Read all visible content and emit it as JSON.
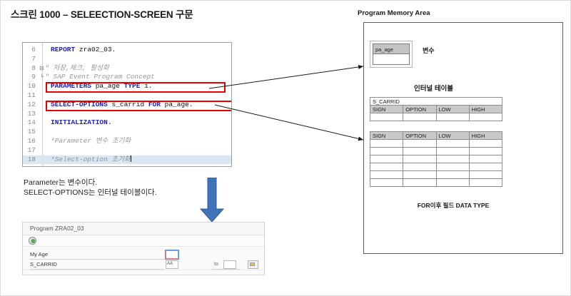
{
  "slide": {
    "title": "스크린 1000 – SELEECTION-SCREEN 구문"
  },
  "code_editor": {
    "name": "abap-code-editor",
    "lines": [
      {
        "no": "6",
        "fold": "",
        "text": "REPORT zra02_03.",
        "style": "keyword-stmt"
      },
      {
        "no": "7",
        "fold": "",
        "text": "",
        "style": "plain"
      },
      {
        "no": "8",
        "fold": "⊟",
        "text": "\" 저장,체크, 활성화",
        "style": "comment"
      },
      {
        "no": "9",
        "fold": "└",
        "text": "\" SAP Event Program Concept",
        "style": "comment"
      },
      {
        "no": "10",
        "fold": "",
        "text": "PARAMETERS pa_age TYPE i.",
        "style": "keyword-stmt"
      },
      {
        "no": "11",
        "fold": "",
        "text": "",
        "style": "plain"
      },
      {
        "no": "12",
        "fold": "",
        "text": "SELECT-OPTIONS s_carrid FOR pa_age.",
        "style": "keyword-stmt"
      },
      {
        "no": "13",
        "fold": "",
        "text": "",
        "style": "plain"
      },
      {
        "no": "14",
        "fold": "",
        "text": "INITIALIZATION.",
        "style": "keyword-stmt"
      },
      {
        "no": "15",
        "fold": "",
        "text": "",
        "style": "plain"
      },
      {
        "no": "16",
        "fold": "",
        "text": "*Parameter 변수 초기화",
        "style": "comment"
      },
      {
        "no": "17",
        "fold": "",
        "text": "",
        "style": "plain"
      },
      {
        "no": "18",
        "fold": "",
        "text": "*Select-option 초기화",
        "style": "comment-highlight"
      }
    ],
    "highlight_boxes": [
      "line-10-parameters",
      "line-12-select-options"
    ]
  },
  "notes": {
    "line1": "Parameter는 변수이다.",
    "line2": "SELECT-OPTIONS는 인터널 테이블이다."
  },
  "sap_screen": {
    "title": "Program ZRA02_03",
    "execute_icon": "execute-icon",
    "fields": [
      {
        "label": "My Age",
        "value": "",
        "matchcode": "",
        "has_to": false,
        "focused": true
      },
      {
        "label": "S_CARRID",
        "value": "",
        "matchcode": "AA",
        "has_to": true,
        "focused": false
      }
    ],
    "to_label": "to",
    "multi_select_button": "multi-select-button"
  },
  "memory_area": {
    "title": "Program Memory Area",
    "variable": {
      "name": "pa_age",
      "label": "변수"
    },
    "internal_table_label": "인터널 테이블",
    "table_1": {
      "name": "S_CARRID",
      "headers": [
        "SIGN",
        "OPTION",
        "LOW",
        "HIGH"
      ],
      "empty_rows": 1
    },
    "table_2": {
      "name": "",
      "headers": [
        "SIGN",
        "OPTION",
        "LOW",
        "HIGH"
      ],
      "empty_rows": 6
    },
    "footnote": "FOR이후 필드 DATA TYPE"
  },
  "colors": {
    "keyword": "#2222bb",
    "comment": "#9a9a9a",
    "highlight_box": "#ee0000",
    "blue_arrow": "#3f73b8",
    "table_header": "#c9c9c9",
    "selection": "#dce6f2"
  }
}
